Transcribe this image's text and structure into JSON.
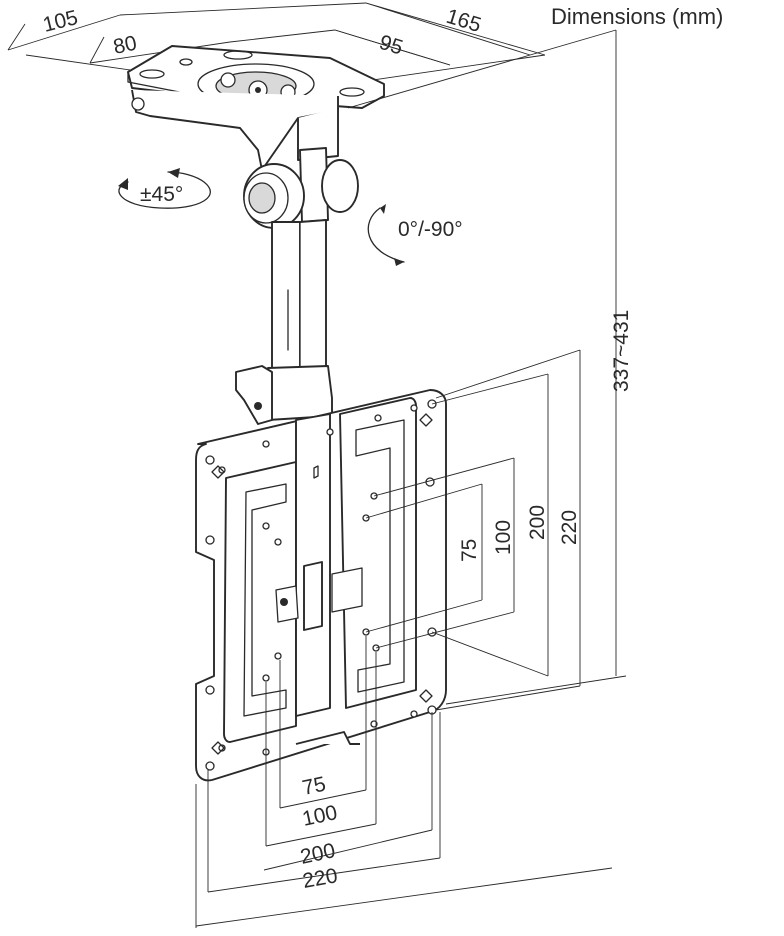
{
  "title": "Dimensions (mm)",
  "rotation": {
    "swivel": "±45°",
    "tilt": "0°/-90°"
  },
  "ceiling_plate": {
    "d105": "105",
    "d80": "80",
    "d95": "95",
    "d165": "165"
  },
  "height_range": "337~431",
  "vesa_vertical": {
    "v75": "75",
    "v100": "100",
    "v200": "200",
    "v220": "220"
  },
  "vesa_horizontal": {
    "h75": "75",
    "h100": "100",
    "h200": "200",
    "h220": "220"
  },
  "colors": {
    "line": "#2a2a2a",
    "background": "#ffffff"
  }
}
